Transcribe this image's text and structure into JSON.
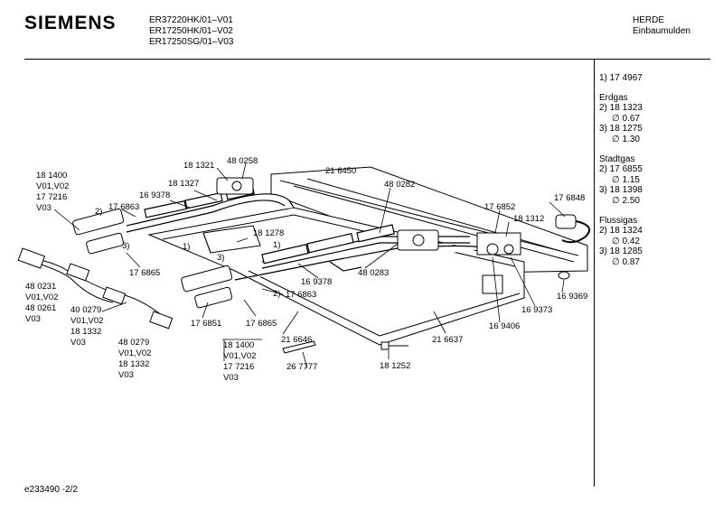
{
  "header": {
    "brand": "SIEMENS",
    "models": [
      "ER37220HK/01–V01",
      "ER17250HK/01–V02",
      "ER17250SG/01–V03"
    ],
    "category_line1": "HERDE",
    "category_line2": "Einbaumulden"
  },
  "sidebar": {
    "first": "1)  17 4967",
    "groups": [
      {
        "title": "Erdgas",
        "lines": [
          "2)  18 1323",
          "∅ 0.67",
          "3)  18 1275",
          "∅ 1.30"
        ]
      },
      {
        "title": "Stadtgas",
        "lines": [
          "2)  17 6855",
          "∅ 1.15",
          "3)  18 1398",
          "∅ 2.50"
        ]
      },
      {
        "title": "Flussigas",
        "lines": [
          "2)  18 1324",
          "∅ 0.42",
          "3)  18 1285",
          "∅ 0.87"
        ]
      }
    ]
  },
  "parts": {
    "p18_1400_a": "18 1400",
    "p_v01v02_a": "V01,V02",
    "p17_7216_a": "17 7216",
    "p_v03_a": "V03",
    "p17_6863_a": "17 6863",
    "p16_9378_a": "16 9378",
    "p18_1327": "18 1327",
    "p18_1321": "18 1321",
    "p48_0258": "48 0258",
    "p21_6450": "21 6450",
    "p48_0282": "48 0282",
    "p17_6852": "17 6852",
    "p17_6848": "17 6848",
    "p18_1312": "18 1312",
    "p18_1278": "18 1278",
    "m1a": "1)",
    "m1b": "1)",
    "m2a": "2)",
    "m2b": "2)",
    "m3a": "3)",
    "m3b": "3)",
    "p48_0283": "48 0283",
    "p16_9378_b": "16 9378",
    "p17_6863_b": "17 6863",
    "p17_6865_a": "17 6865",
    "p48_0231": "48 0231",
    "p_v01v02_b": "V01,V02",
    "p48_0261": "48 0261",
    "p_v03_b": "V03",
    "p40_0279": "40 0279",
    "p_v01v02_c": "V01,V02",
    "p18_1332_a": "18 1332",
    "p_v03_c": "V03",
    "p48_0279": "48 0279",
    "p_v01v02_d": "V01,V02",
    "p18_1332_b": "18 1332",
    "p_v03_d": "V03",
    "p17_6851": "17 6851",
    "p17_6865_b": "17 6865",
    "p18_1400_b": "18 1400",
    "p_v01v02_e": "V01,V02",
    "p17_7216_b": "17 7216",
    "p_v03_e": "V03",
    "p21_6646": "21 6646",
    "p26_7777": "26 7777",
    "p21_6637": "21 6637",
    "p18_1252": "18 1252",
    "p16_9406": "16 9406",
    "p16_9373": "16 9373",
    "p16_9369": "16 9369"
  },
  "footer": {
    "doc_id": "e233490  -2/2"
  }
}
